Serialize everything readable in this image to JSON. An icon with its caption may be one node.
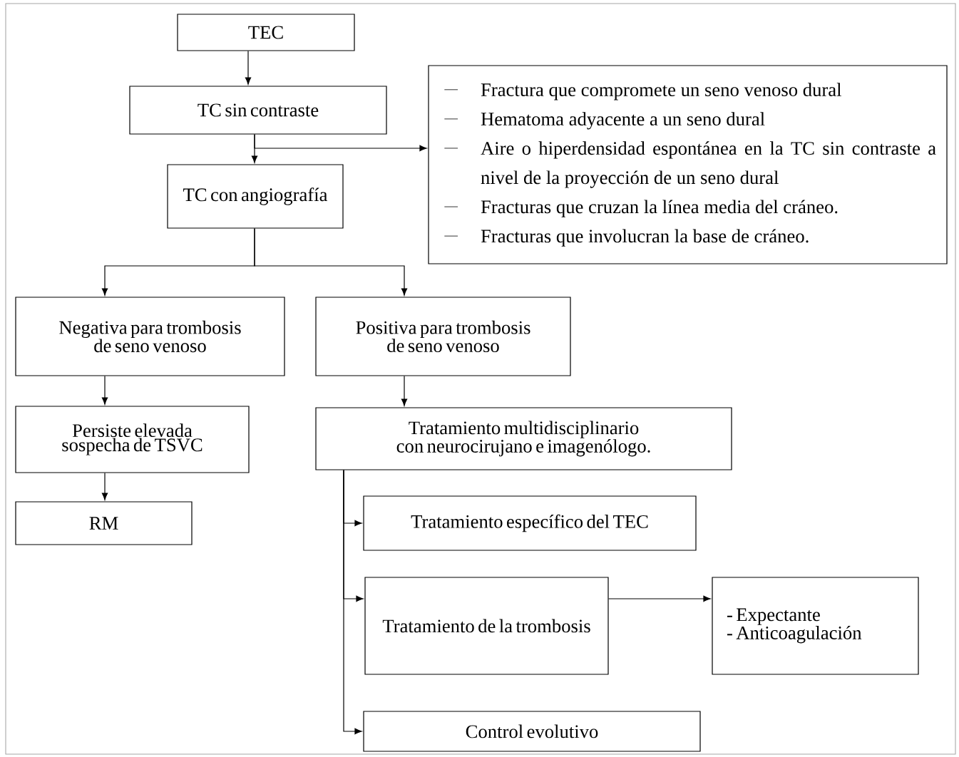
{
  "diagram": {
    "nodes": [
      {
        "text": [
          "TEC"
        ]
      },
      {
        "text": [
          "TC sin contraste"
        ]
      },
      {
        "text": [
          "TC con angiografía"
        ]
      },
      {
        "text": [
          "Fractura que compromete un seno venoso dural",
          "Hematoma adyacente a un seno dural",
          "Aire o hiperdensidad espontánea en la TC sin contraste a nivel de la proyección de un seno dural",
          "Fracturas que cruzan la línea media del cráneo.",
          "Fracturas que involucran la base de cráneo."
        ]
      },
      {
        "text": [
          "Negativa para trombosis de seno venoso"
        ]
      },
      {
        "text": [
          "Positiva para trombosis de seno venoso"
        ]
      },
      {
        "text": [
          "Persiste elevada sospecha de TSVC"
        ]
      },
      {
        "text": [
          "RM"
        ]
      },
      {
        "text": [
          "Tratamiento multidisciplinario con neurocirujano e imagenólogo."
        ]
      },
      {
        "text": [
          "Tratamiento específico del TEC"
        ]
      },
      {
        "text": [
          "Tratamiento de la trombosis"
        ]
      },
      {
        "text": [
          "- Expectante",
          "- Anticoagulación"
        ]
      },
      {
        "text": [
          "Control evolutivo"
        ]
      }
    ],
    "edges": [
      {
        "from": 0,
        "to": 1,
        "arrow": "to"
      },
      {
        "from": 1,
        "to": 2,
        "arrow": "to"
      },
      {
        "from": 1,
        "to": 3,
        "arrow": "to"
      },
      {
        "from": 2,
        "to": 4,
        "arrow": "to"
      },
      {
        "from": 2,
        "to": 5,
        "arrow": "to"
      },
      {
        "from": 4,
        "to": 6,
        "arrow": "to"
      },
      {
        "from": 6,
        "to": 7,
        "arrow": "to"
      },
      {
        "from": 5,
        "to": 8,
        "arrow": "to"
      },
      {
        "from": 8,
        "to": 9,
        "arrow": "to"
      },
      {
        "from": 8,
        "to": 10,
        "arrow": "to"
      },
      {
        "from": 8,
        "to": 12,
        "arrow": "to"
      },
      {
        "from": 10,
        "to": 11,
        "arrow": "to"
      }
    ]
  }
}
